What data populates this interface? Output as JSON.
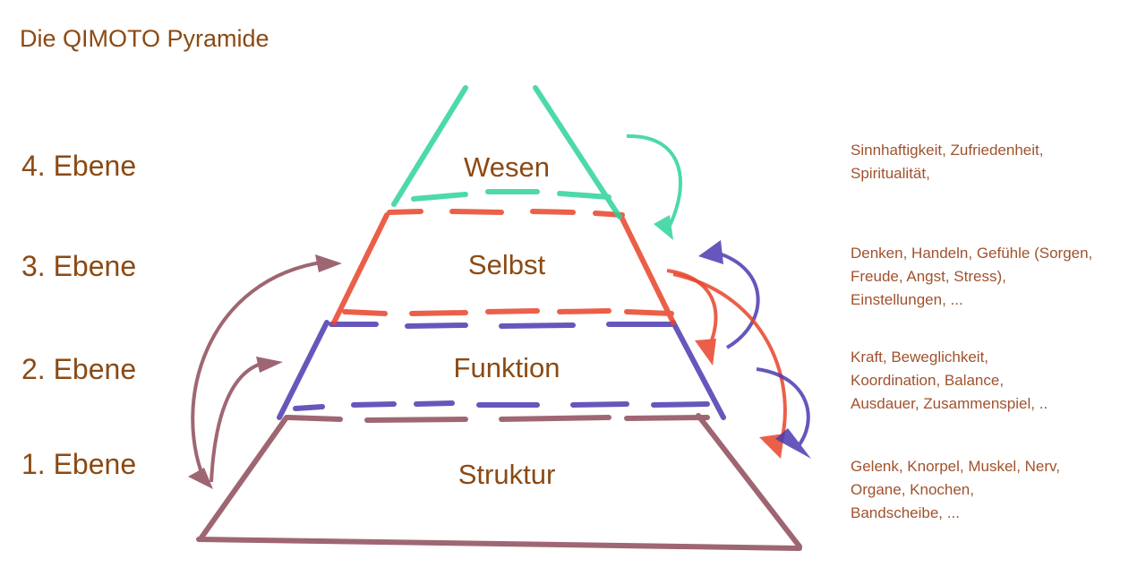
{
  "title": "Die QIMOTO Pyramide",
  "colors": {
    "text_brown": "#8B4A14",
    "wesen_green": "#2ED39A",
    "selbst_red": "#E8442A",
    "funktion_blue": "#4B3AB0",
    "struktur_maroon": "#8E4C5A"
  },
  "levels": [
    {
      "label": "4. Ebene",
      "tier": "Wesen",
      "desc_lines": [
        "Sinnhaftigkeit, Zufriedenheit,",
        "Spiritualität,"
      ]
    },
    {
      "label": "3. Ebene",
      "tier": "Selbst",
      "desc_lines": [
        "Denken, Handeln, Gefühle (Sorgen,",
        "Freude, Angst, Stress),",
        "Einstellungen, ..."
      ]
    },
    {
      "label": "2. Ebene",
      "tier": "Funktion",
      "desc_lines": [
        "Kraft, Beweglichkeit,",
        "Koordination, Balance,",
        "Ausdauer, Zusammenspiel, .."
      ]
    },
    {
      "label": "1. Ebene",
      "tier": "Struktur",
      "desc_lines": [
        "Gelenk, Knorpel, Muskel, Nerv,",
        "Organe, Knochen,",
        "Bandscheibe, ..."
      ]
    }
  ]
}
